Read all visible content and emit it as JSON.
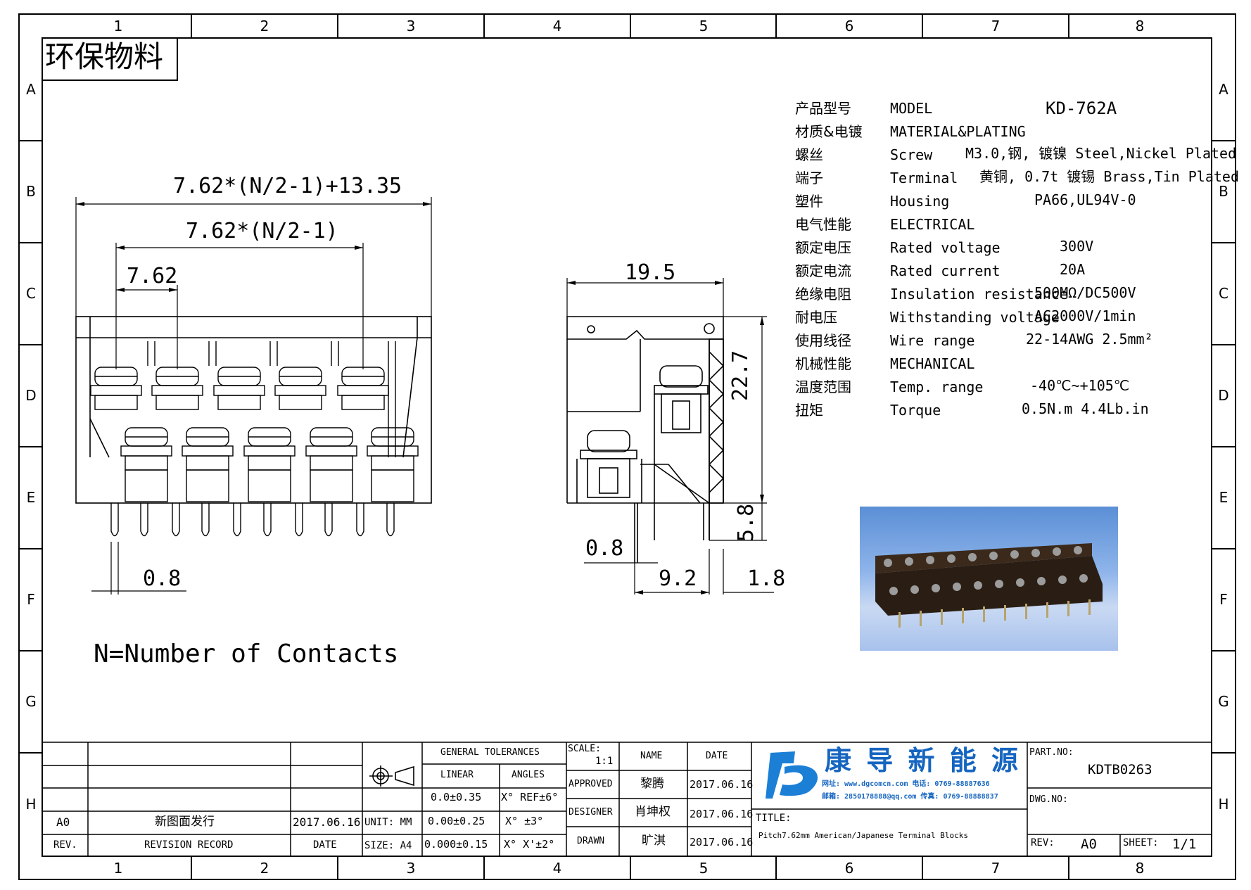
{
  "banner": "环保物料",
  "grid": {
    "cols": [
      "1",
      "2",
      "3",
      "4",
      "5",
      "6",
      "7",
      "8"
    ],
    "rows": [
      "A",
      "B",
      "C",
      "D",
      "E",
      "F",
      "G",
      "H"
    ]
  },
  "front_view": {
    "dim_overall": "7.62*(N/2-1)+13.35",
    "dim_span": "7.62*(N/2-1)",
    "dim_pitch": "7.62",
    "dim_pin": "0.8",
    "note": "N=Number of Contacts"
  },
  "side_view": {
    "dim_width": "19.5",
    "dim_height": "22.7",
    "dim_pin_len": "5.8",
    "dim_pin": "0.8",
    "dim_offset": "9.2",
    "dim_edge": "1.8"
  },
  "specs": [
    {
      "cn": "产品型号",
      "en": "MODEL",
      "val": "KD-762A"
    },
    {
      "cn": "材质&电镀",
      "en": "MATERIAL&PLATING",
      "val": ""
    },
    {
      "cn": "螺丝",
      "en": "Screw",
      "val": "M3.0,钢, 镀镍 Steel,Nickel Plated"
    },
    {
      "cn": "端子",
      "en": "Terminal",
      "val": "黄铜, 0.7t 镀锡 Brass,Tin Plated"
    },
    {
      "cn": "塑件",
      "en": "Housing",
      "val": "PA66,UL94V-0"
    },
    {
      "cn": "电气性能",
      "en": "ELECTRICAL",
      "val": ""
    },
    {
      "cn": "额定电压",
      "en": "Rated voltage",
      "val": "300V"
    },
    {
      "cn": "额定电流",
      "en": "Rated current",
      "val": "20A"
    },
    {
      "cn": "绝缘电阻",
      "en": "Insulation resistance",
      "val": "500MΩ/DC500V"
    },
    {
      "cn": "耐电压",
      "en": "Withstanding voltage",
      "val": "AC2000V/1min"
    },
    {
      "cn": "使用线径",
      "en": "Wire range",
      "val": "22-14AWG 2.5mm²"
    },
    {
      "cn": "机械性能",
      "en": "MECHANICAL",
      "val": ""
    },
    {
      "cn": "温度范围",
      "en": "Temp. range",
      "val": "-40℃~+105℃"
    },
    {
      "cn": "扭矩",
      "en": "Torque",
      "val": "0.5N.m  4.4Lb.in"
    }
  ],
  "title_block": {
    "rev_letter": "A0",
    "rev_record": "新图面发行",
    "rev_date": "2017.06.16",
    "rev_label": "REV.",
    "record_label": "REVISION RECORD",
    "date_label": "DATE",
    "unit": "UNIT: MM",
    "size": "SIZE: A4",
    "gen_tol": "GENERAL TOLERANCES",
    "linear": "LINEAR",
    "angles": "ANGLES",
    "lin1": "0.0±0.35",
    "lin2": "0.00±0.25",
    "lin3": "0.000±0.15",
    "ang1": "X° REF±6°",
    "ang2": "X° ±3°",
    "ang3": "X° X'±2°",
    "scale_label": "SCALE:",
    "scale_val": "1:1",
    "name_label": "NAME",
    "date_col": "DATE",
    "approved": "APPROVED",
    "approved_name": "黎腾",
    "approved_date": "2017.06.16",
    "designer": "DESIGNER",
    "designer_name": "肖坤权",
    "designer_date": "2017.06.16",
    "drawn": "DRAWN",
    "drawn_name": "旷淇",
    "drawn_date": "2017.06.16",
    "company": "康 导 新 能 源",
    "company_line1": "网址: www.dgcomcn.com  电话: 0769-88887636",
    "company_line2": "邮箱: 2850178888@qq.com 传真: 0769-88888837",
    "title_label": "TITLE:",
    "title_text": "Pitch7.62mm American/Japanese Terminal Blocks",
    "part_label": "PART.NO:",
    "part_no": "KDTB0263",
    "dwg_label": "DWG.NO:",
    "rev2_label": "REV:",
    "rev2_val": "A0",
    "sheet_label": "SHEET:",
    "sheet_val": "1/1"
  }
}
